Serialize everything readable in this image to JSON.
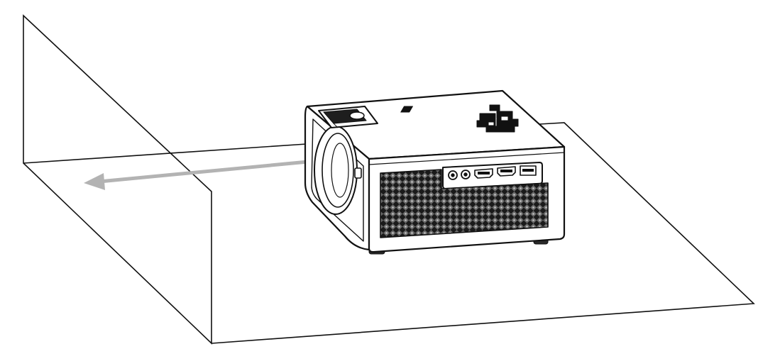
{
  "diagram": {
    "kind": "projector-placement-illustration",
    "objects": [
      "projection-screen",
      "floor-plane",
      "projector",
      "projection-direction-arrow"
    ],
    "colors": {
      "line": "#111111",
      "arrow": "#b3b3b3",
      "background": "#ffffff",
      "grille": "#1a1a1a"
    },
    "projector_parts": [
      "lens",
      "focus-wheel-panel",
      "keypad",
      "io-port-panel",
      "vent-grille",
      "feet"
    ],
    "ports": [
      "av-jack",
      "av-jack",
      "hdmi-port",
      "hdmi-port",
      "usb-port"
    ]
  }
}
